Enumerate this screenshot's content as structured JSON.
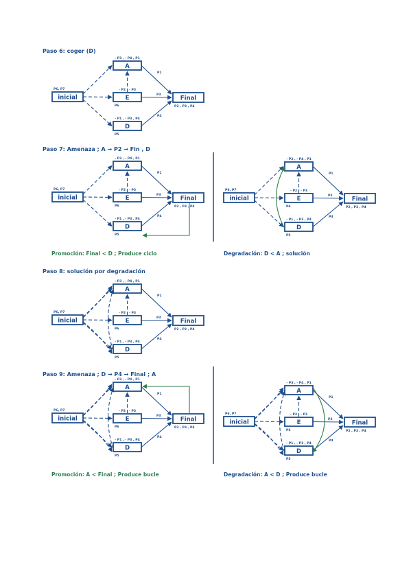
{
  "colors": {
    "ink": "#1f4e8c",
    "accent": "#2e7d4f"
  },
  "step6": {
    "title": "Paso 6:  coger (D)"
  },
  "step7": {
    "title": "Paso 7: Amenaza ; A → P2 → Fin , D",
    "promotion": "Promoción:  Final < D ; Produce ciclo",
    "demotion": "Degradación:  D < A ;  solución"
  },
  "step8": {
    "title": "Paso 8:  solución  por  degradación"
  },
  "step9": {
    "title": "Paso 9: Amenaza ;  D → P4 → Final ; A",
    "promotion": "Promoción:  A < Final ;  Produce bucle",
    "demotion": "Degradación:  A < D ;  Produce bucle"
  },
  "nodes": {
    "inicial": "inicial",
    "a": "A",
    "e": "E",
    "d": "D",
    "final": "Final"
  },
  "labels": {
    "inicial_pre": "P6, P7",
    "a_pre": "- P3 , - P4 , P1",
    "e_pre": "- P2 , - P3",
    "d_pre": "- P1 , - P3 , P4",
    "e_post": "P6",
    "d_post": "P5",
    "final_pre": "P2 , P3 , P4",
    "edge_a_final": "P1",
    "edge_e_final": "P3",
    "edge_d_final": "P4"
  }
}
